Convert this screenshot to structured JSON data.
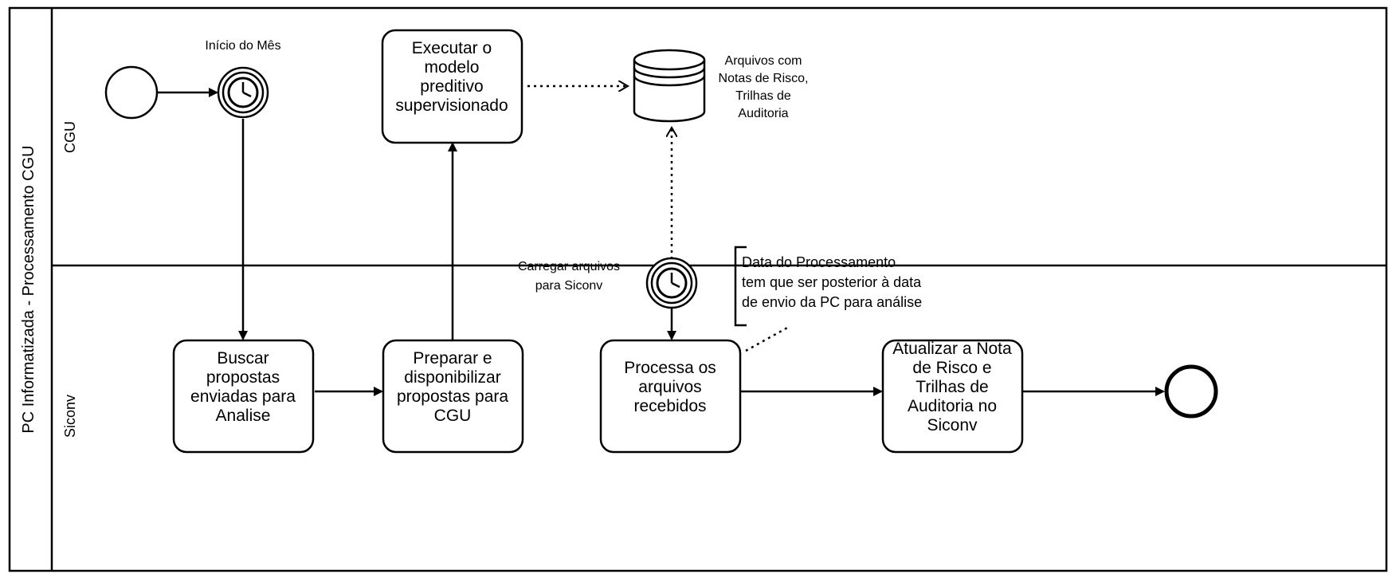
{
  "pool": {
    "label": "PC Informatizada - Processamento CGU"
  },
  "lanes": [
    {
      "id": "cgu",
      "label": "CGU"
    },
    {
      "id": "siconv",
      "label": "Siconv"
    }
  ],
  "events": {
    "timer_inicio_mes": {
      "label": "Início do Mês"
    },
    "timer_carregar": {
      "lines": [
        "Carregar arquivos",
        "para Siconv"
      ]
    }
  },
  "tasks": {
    "executar": {
      "lines": [
        "Executar o",
        "modelo",
        "preditivo",
        "supervisionado"
      ]
    },
    "buscar": {
      "lines": [
        "Buscar",
        "propostas",
        "enviadas para",
        "Analise"
      ]
    },
    "preparar": {
      "lines": [
        "Preparar e",
        "disponibilizar",
        "propostas para",
        "CGU"
      ]
    },
    "processa": {
      "lines": [
        "Processa os",
        "arquivos",
        "recebidos"
      ]
    },
    "atualizar": {
      "lines": [
        "Atualizar a Nota",
        "de Risco e",
        "Trilhas de",
        "Auditoria no",
        "Siconv"
      ]
    }
  },
  "data_store": {
    "lines": [
      "Arquivos com",
      "Notas de Risco,",
      "Trilhas de",
      "Auditoria"
    ]
  },
  "annotation": {
    "lines": [
      "Data do Processamento",
      "tem que ser posterior à data",
      "de envio da PC para análise"
    ]
  }
}
